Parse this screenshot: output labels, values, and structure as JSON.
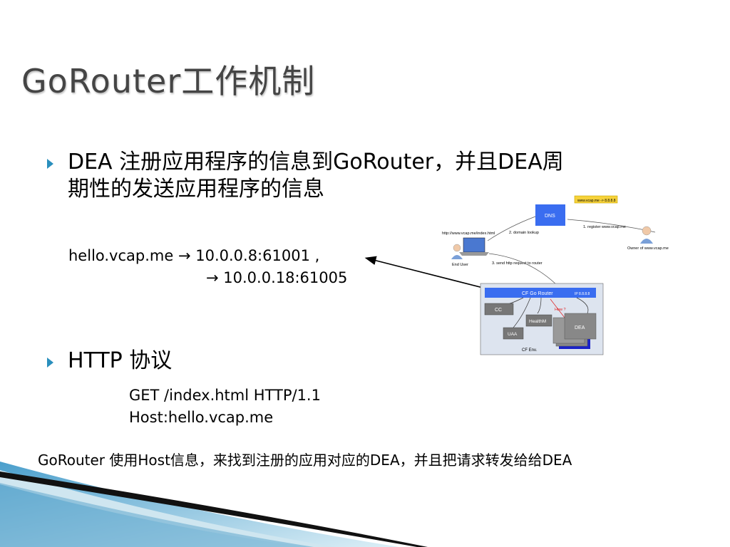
{
  "title": "GoRouter工作机制",
  "bullets": [
    {
      "lines": [
        "DEA 注册应用程序的信息到GoRouter，并且DEA周",
        "期性的发送应用程序的信息"
      ]
    },
    {
      "lines": [
        "HTTP 协议"
      ]
    }
  ],
  "mapping": {
    "line1": "hello.vcap.me → 10.0.0.8:61001 ,",
    "line2": "→ 10.0.0.18:61005"
  },
  "http_request": {
    "line1": "GET /index.html HTTP/1.1",
    "line2": "Host:hello.vcap.me"
  },
  "summary": "GoRouter 使用Host信息，来找到注册的应用对应的DEA，并且把请求转发给给DEA",
  "diagram": {
    "dns": "DNS",
    "dns_note": "www.vcap.me -> 8.8.8.8",
    "register": "1. register www.vcap.me",
    "owner": "Owner of www.vcap.me",
    "url": "http://www.vcap.me/index.html",
    "lookup": "2. domain lookup",
    "end_user": "End User",
    "send": "3. send http request to router",
    "router": "CF Go Router",
    "ip": "IP 8.8.8.8",
    "how": "How ?",
    "cc": "CC",
    "healthm": "HealthM",
    "uaa": "UAA",
    "dea": "DEA",
    "cf_env": "CF Env."
  },
  "colors": {
    "accent": "#2a8fbd",
    "title": "#454545",
    "dns_box": "#3a6df0",
    "router_bar": "#3a6df0",
    "dea_shadow": "#1a22c8",
    "env_bg": "#dde4ef",
    "note_yellow": "#f6d23a"
  }
}
